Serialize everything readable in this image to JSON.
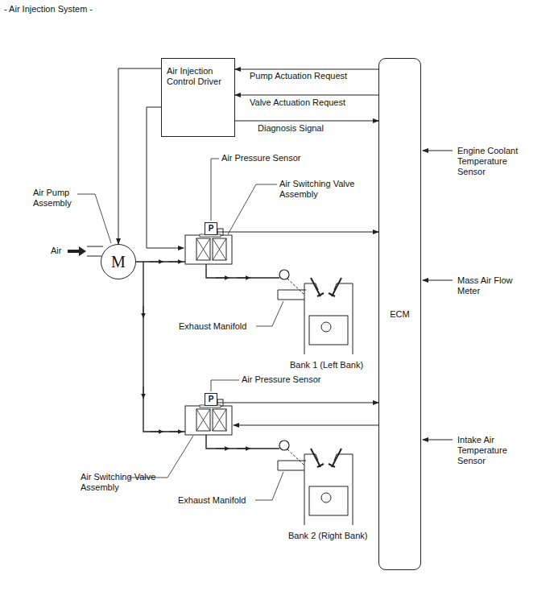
{
  "diagram": {
    "title": "- Air Injection System -",
    "nodes": [
      {
        "text": [
          "Air Injection Control Driver"
        ]
      },
      {
        "text": [
          "ECM"
        ]
      },
      {
        "text": [
          "P"
        ]
      },
      {
        "text": [
          "M"
        ]
      },
      {
        "text": [
          "P"
        ]
      }
    ],
    "edges": [
      {
        "from": 1,
        "to": 0,
        "arrow": "to",
        "label": "Pump Actuation Request"
      },
      {
        "from": 1,
        "to": 0,
        "arrow": "to",
        "label": "Valve Actuation Request"
      },
      {
        "from": 0,
        "to": 1,
        "arrow": "to",
        "label": "Diagnosis Signal"
      },
      {
        "from": 0,
        "to": 3,
        "arrow": "to"
      },
      {
        "from": 2,
        "to": 1,
        "arrow": "to"
      },
      {
        "from": 4,
        "to": 1,
        "arrow": "to"
      }
    ],
    "labels": [
      "Air",
      "Air Pressure Sensor",
      "Air Switching Valve Assembly",
      "Air Pump Assembly",
      "Exhaust Manifold",
      "Bank 1 (Left Bank)",
      "Air Pressure Sensor",
      "Air Switching Valve Assembly",
      "Exhaust Manifold",
      "Bank 2 (Right Bank)",
      "Engine Coolant Temperature Sensor",
      "Mass Air Flow Meter",
      "Intake Air Temperature Sensor"
    ]
  }
}
